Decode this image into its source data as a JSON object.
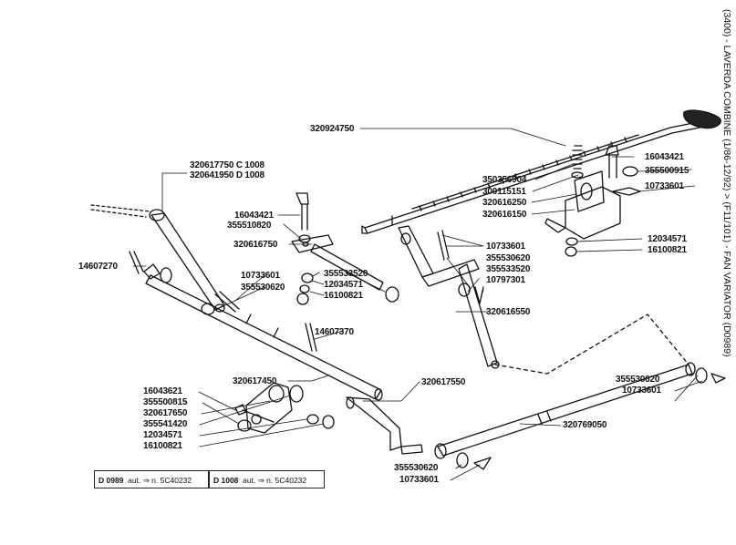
{
  "side_title": "(3400) - LAVERDA COMBINE (1/86-12/92) > (F11/101) - FAN VARIATOR (D0989)",
  "labels": {
    "p320924750": "320924750",
    "p16043421_r": "16043421",
    "p355500915_r": "355500915",
    "p10733601_r": "10733601",
    "p350356904": "350356904",
    "p300115151": "300115151",
    "p320616250": "320616250",
    "p320616150": "320616150",
    "p12034571_r": "12034571",
    "p16100821_r": "16100821",
    "p320617750": "320617750 C 1008",
    "p320641950": "320641950 D 1008",
    "p16043421_m": "16043421",
    "p355510820": "355510820",
    "p320616750": "320616750",
    "p10733601_m": "10733601",
    "p355530620_m": "355530620",
    "p355533520_r": "355533520",
    "p10797301": "10797301",
    "p14607270": "14607270",
    "p10733601_l": "10733601",
    "p355530620_l": "355530620",
    "p355533520_m": "355533520",
    "p12034571_m": "12034571",
    "p16100821_m": "16100821",
    "p14607370": "14607370",
    "p320616550": "320616550",
    "p320617450": "320617450",
    "p355530620_rr": "355530620",
    "p10733601_rr": "10733601",
    "p320617550": "320617550",
    "p16043621": "16043621",
    "p355500815": "355500815",
    "p320617650": "320617650",
    "p355541420": "355541420",
    "p12034571_l": "12034571",
    "p16100821_l": "16100821",
    "p320769050": "320769050",
    "p355530620_b": "355530620",
    "p10733601_b": "10733601"
  },
  "footnotes": {
    "left": {
      "code": "D 0989",
      "text": "aut. ⇒ n. 5C40232"
    },
    "right": {
      "code": "D 1008",
      "text": "aut. ⇒ n. 5C40232"
    }
  }
}
